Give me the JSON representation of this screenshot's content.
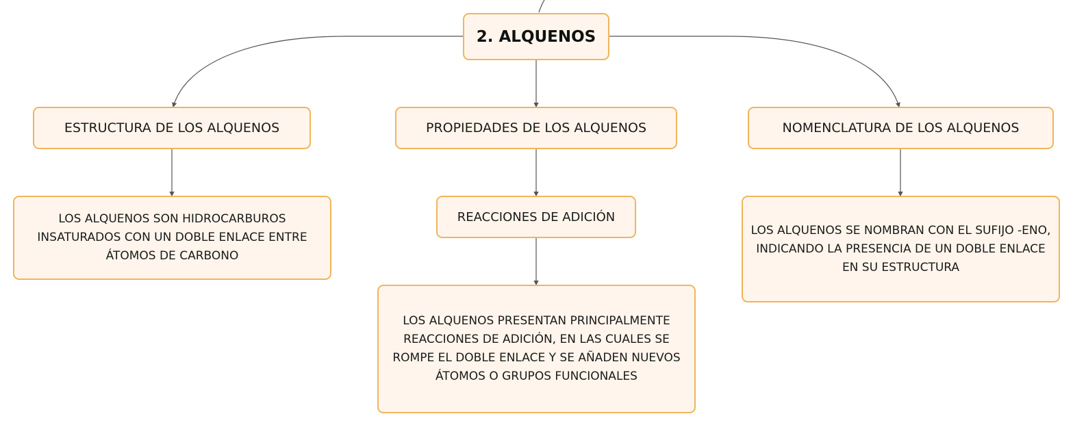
{
  "theme": {
    "node_fill": "#fff5ec",
    "node_border": "#f0b55c",
    "line": "#555555"
  },
  "root": {
    "label": "2. ALQUENOS"
  },
  "branches": [
    {
      "title": "ESTRUCTURA DE LOS ALQUENOS",
      "description": "LOS ALQUENOS SON HIDROCARBUROS INSATURADOS CON UN DOBLE ENLACE ENTRE ÁTOMOS DE CARBONO"
    },
    {
      "title": "PROPIEDADES DE LOS ALQUENOS",
      "sub_title": "REACCIONES DE ADICIÓN",
      "description": "LOS ALQUENOS PRESENTAN PRINCIPALMENTE REACCIONES DE ADICIÓN, EN LAS CUALES SE ROMPE EL DOBLE ENLACE Y SE AÑADEN NUEVOS ÁTOMOS O GRUPOS FUNCIONALES"
    },
    {
      "title": "NOMENCLATURA DE LOS ALQUENOS",
      "description": "LOS ALQUENOS SE NOMBRAN CON EL SUFIJO -ENO, INDICANDO LA PRESENCIA DE UN DOBLE ENLACE EN SU ESTRUCTURA"
    }
  ]
}
